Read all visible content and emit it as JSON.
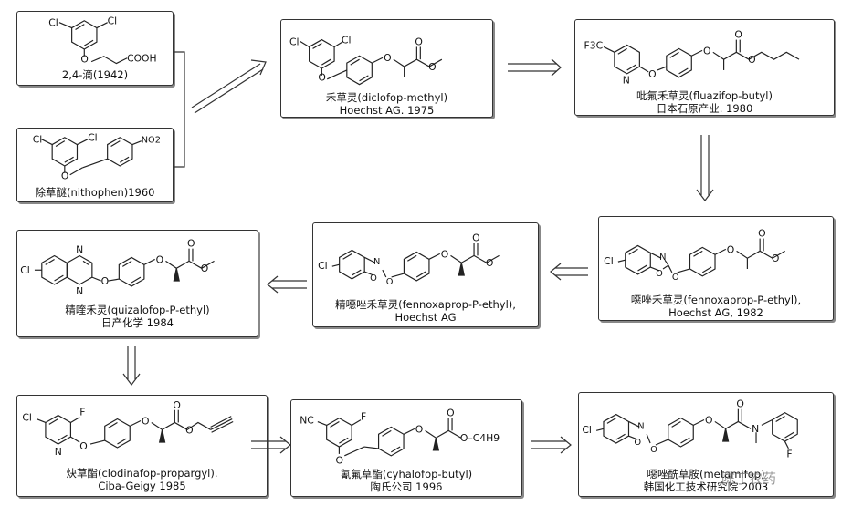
{
  "nodes": {
    "n24d": {
      "label": "2,4-滴(1942)"
    },
    "nitrofen": {
      "label": "除草醚(nithophen)1960"
    },
    "diclofop": {
      "name": "禾草灵(diclofop-methyl)",
      "origin": "Hoechst AG. 1975"
    },
    "fluazifop": {
      "name": "吡氟禾草灵(fluazifop-butyl)",
      "origin": "日本石原产业. 1980"
    },
    "fenoxaprop": {
      "name": "噁唑禾草灵(fennoxaprop-P-ethyl),",
      "origin": "Hoechst AG, 1982"
    },
    "fenoxaprop_p": {
      "name": "精噁唑禾草灵(fennoxaprop-P-ethyl),",
      "origin": "Hoechst AG"
    },
    "quizalofop": {
      "name": "精喹禾灵(quizalofop-P-ethyl)",
      "origin": "日产化学    1984"
    },
    "clodinafop": {
      "name": "炔草酯(clodinafop-propargyl).",
      "origin": "Ciba-Geigy    1985"
    },
    "cyhalofop": {
      "name": "氰氟草酯(cyhalofop-butyl)",
      "origin": "陶氏公司    1996"
    },
    "metamifop": {
      "name": "噁唑酰草胺(metamifop)",
      "origin": "韩国化工技术研究院 2003"
    }
  },
  "atoms": {
    "cl": "Cl",
    "o": "O",
    "n": "N",
    "f": "F",
    "nc": "NC",
    "cooh": "COOH",
    "no2": "NO2",
    "cf3": "F3C",
    "c4h9": "O–C4H9"
  },
  "watermark": "陈丁农药"
}
